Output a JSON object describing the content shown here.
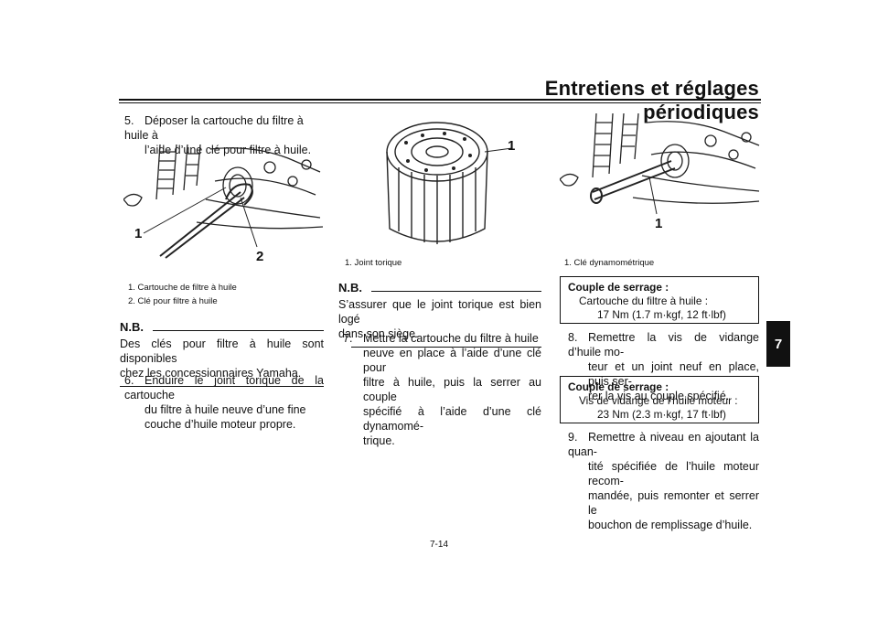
{
  "header": {
    "title": "Entretiens et réglages périodiques"
  },
  "chapter_tab": "7",
  "column1": {
    "step5": {
      "number": "5.",
      "line1": "Déposer la cartouche du filtre à huile à",
      "line2": "l’aide d’une clé pour filtre à huile."
    },
    "figure_callouts": [
      "1",
      "2"
    ],
    "captions": [
      "1.  Cartouche de filtre à huile",
      "2.  Clé pour filtre à huile"
    ],
    "note": {
      "title": "N.B.",
      "line1": "Des clés pour filtre à huile sont disponibles",
      "line2": "chez les concessionnaires Yamaha."
    },
    "step6": {
      "number": "6.",
      "line1": "Enduire le joint torique de la cartouche",
      "line2": "du filtre à huile neuve d’une fine",
      "line3": "couche d’huile moteur propre."
    }
  },
  "column2": {
    "figure_callouts": [
      "1"
    ],
    "captions": [
      "1.  Joint torique"
    ],
    "note": {
      "title": "N.B.",
      "line1": "S’assurer que le joint torique est bien logé",
      "line2": "dans son siège."
    },
    "step7": {
      "number": "7.",
      "line1": "Mettre la cartouche du filtre à huile",
      "line2": "neuve en place à l’aide d’une clé pour",
      "line3": "filtre à huile, puis la serrer au couple",
      "line4": "spécifié à l’aide d’une clé dynamomé-",
      "line5": "trique."
    }
  },
  "column3": {
    "figure_callouts": [
      "1"
    ],
    "captions": [
      "1.  Clé dynamométrique"
    ],
    "torque1": {
      "title": "Couple de serrage :",
      "item": "Cartouche du filtre à huile :",
      "value": "17 Nm (1.7 m·kgf, 12 ft·lbf)"
    },
    "step8": {
      "number": "8.",
      "line1": "Remettre la vis de vidange d’huile mo-",
      "line2": "teur et un joint neuf en place, puis ser-",
      "line3": "rer la vis au couple spécifié."
    },
    "torque2": {
      "title": "Couple de serrage :",
      "item": "Vis de vidange de l’huile moteur :",
      "value": "23 Nm (2.3 m·kgf, 17 ft·lbf)"
    },
    "step9": {
      "number": "9.",
      "line1": "Remettre à niveau en ajoutant la quan-",
      "line2": "tité spécifiée de l’huile moteur recom-",
      "line3": "mandée, puis remonter et serrer le",
      "line4": "bouchon de remplissage d’huile."
    }
  },
  "footer": {
    "page_number": "7-14"
  }
}
